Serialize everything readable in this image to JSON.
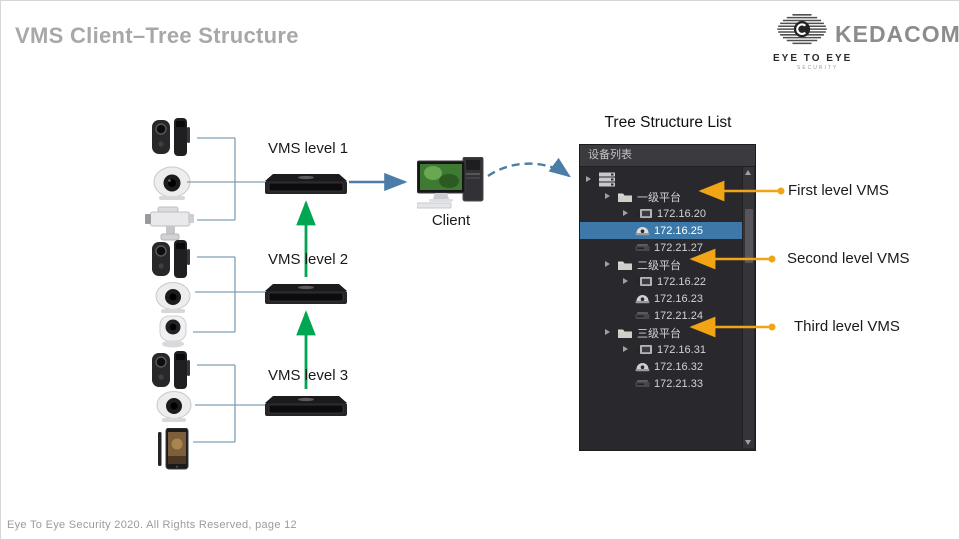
{
  "slide": {
    "title": "VMS Client–Tree Structure",
    "footer": "Eye To Eye Security 2020. All Rights Reserved, page 12"
  },
  "logo": {
    "brand": "KEDACOM",
    "tagline": "EYE TO EYE",
    "subtagline": "SECURITY"
  },
  "diagram": {
    "tree_caption": "Tree Structure List",
    "client_label": "Client",
    "levels": [
      {
        "label": "VMS level 1"
      },
      {
        "label": "VMS level 2"
      },
      {
        "label": "VMS level 3"
      }
    ],
    "annotations": [
      {
        "label": "First level VMS"
      },
      {
        "label": "Second level VMS"
      },
      {
        "label": "Third level VMS"
      }
    ]
  },
  "tree_panel": {
    "header": "设备列表",
    "rows": [
      {
        "icon": "server-stack",
        "label": "",
        "indent": 0,
        "expander": true
      },
      {
        "icon": "folder",
        "label": "一级平台",
        "indent": 1,
        "expander": true
      },
      {
        "icon": "camera",
        "label": "172.16.20",
        "indent": 2,
        "expander": true
      },
      {
        "icon": "dome-camera",
        "label": "172.16.25",
        "indent": 2,
        "expander": false,
        "selected": true
      },
      {
        "icon": "nvr",
        "label": "172.21.27",
        "indent": 2,
        "expander": false
      },
      {
        "icon": "folder",
        "label": "二级平台",
        "indent": 1,
        "expander": true
      },
      {
        "icon": "camera",
        "label": "172.16.22",
        "indent": 2,
        "expander": true
      },
      {
        "icon": "dome-camera",
        "label": "172.16.23",
        "indent": 2,
        "expander": false
      },
      {
        "icon": "nvr",
        "label": "172.21.24",
        "indent": 2,
        "expander": false
      },
      {
        "icon": "folder",
        "label": "三级平台",
        "indent": 1,
        "expander": true
      },
      {
        "icon": "camera",
        "label": "172.16.31",
        "indent": 2,
        "expander": true
      },
      {
        "icon": "dome-camera",
        "label": "172.16.32",
        "indent": 2,
        "expander": false
      },
      {
        "icon": "nvr",
        "label": "172.21.33",
        "indent": 2,
        "expander": false
      }
    ]
  },
  "colors": {
    "accent_orange": "#F2A514",
    "accent_green": "#00A651",
    "accent_blue": "#4C7DA9",
    "thin_line_blue": "#7FA0B5",
    "tree_background": "#29292D",
    "tree_selected": "#3D78A8",
    "title_gray": "#A8A8A8"
  }
}
